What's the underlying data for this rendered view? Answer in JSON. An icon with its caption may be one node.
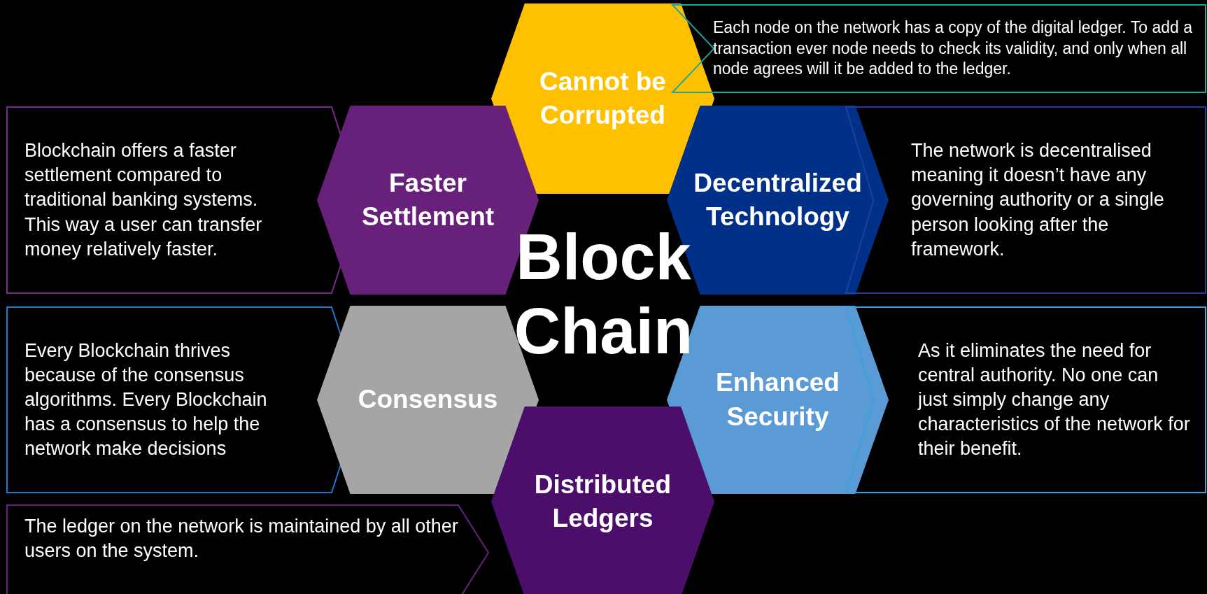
{
  "diagram": {
    "title": "Block Chain",
    "nodes": [
      {
        "text": [
          "Cannot be Corrupted"
        ]
      },
      {
        "text": [
          "Each node on the network has a copy of the digital ledger. To add a transaction ever node needs to check its validity, and only when all node agrees will it be added to the ledger."
        ]
      },
      {
        "text": [
          "Blockchain offers a faster settlement compared to traditional banking systems. This way a user can transfer money relatively faster."
        ]
      },
      {
        "text": [
          "Faster Settlement"
        ]
      },
      {
        "text": [
          "Decentralized Technology"
        ]
      },
      {
        "text": [
          "The network is decentralised meaning it doesn’t have any governing authority or a single person looking after the framework."
        ]
      },
      {
        "text": [
          "Every Blockchain thrives because of the consensus algorithms. Every Blockchain has a consensus to help the network make decisions"
        ]
      },
      {
        "text": [
          "Consensus"
        ]
      },
      {
        "text": [
          "Enhanced Security"
        ]
      },
      {
        "text": [
          "As it eliminates the need for central authority. No one can just simply change any characteristics of the network for their benefit."
        ]
      },
      {
        "text": [
          "Distributed Ledgers"
        ]
      },
      {
        "text": [
          "The ledger on the network is maintained by all other users on the system."
        ]
      }
    ],
    "edges": []
  }
}
